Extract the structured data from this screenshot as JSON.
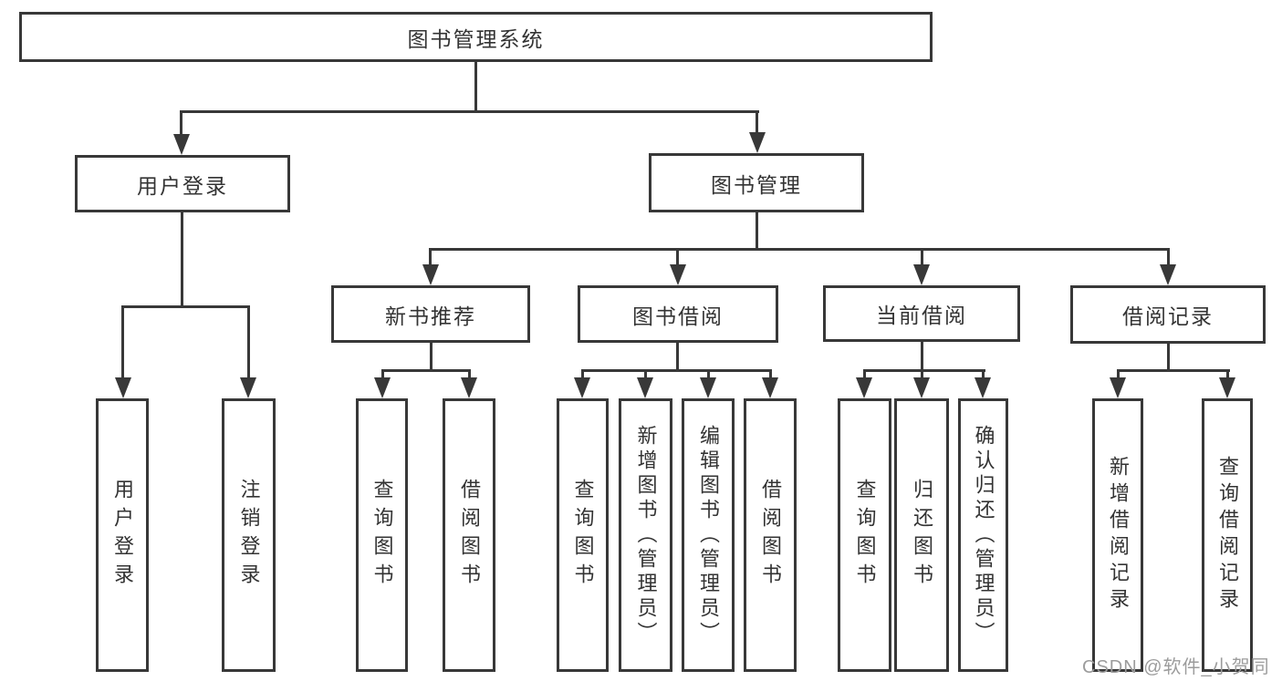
{
  "diagram": {
    "type": "hierarchy-tree",
    "watermark": "CSDN @软件_小贺同学",
    "colors": {
      "line": "#383838",
      "box_border": "#383838",
      "text": "#333333",
      "background": "#ffffff",
      "watermark": "#9c9c9c"
    }
  },
  "nodes": {
    "root": "图书管理系统",
    "userLogin": "用户登录",
    "bookManagement": "图书管理",
    "newBookRecommend": "新书推荐",
    "bookBorrow": "图书借阅",
    "currentBorrow": "当前借阅",
    "borrowRecord": "借阅记录",
    "leafUserLogin": "用户登录",
    "leafLogout": "注销登录",
    "leafQueryBook1": "查询图书",
    "leafBorrowBook1": "借阅图书",
    "leafQueryBook2": "查询图书",
    "leafAddBook": "新增图书（管理员）",
    "leafEditBook": "编辑图书（管理员）",
    "leafBorrowBook2": "借阅图书",
    "leafQueryBook3": "查询图书",
    "leafReturnBook": "归还图书",
    "leafConfirmReturn": "确认归还（管理员）",
    "leafAddBorrowRecord": "新增借阅记录",
    "leafQueryBorrowRecord": "查询借阅记录"
  }
}
